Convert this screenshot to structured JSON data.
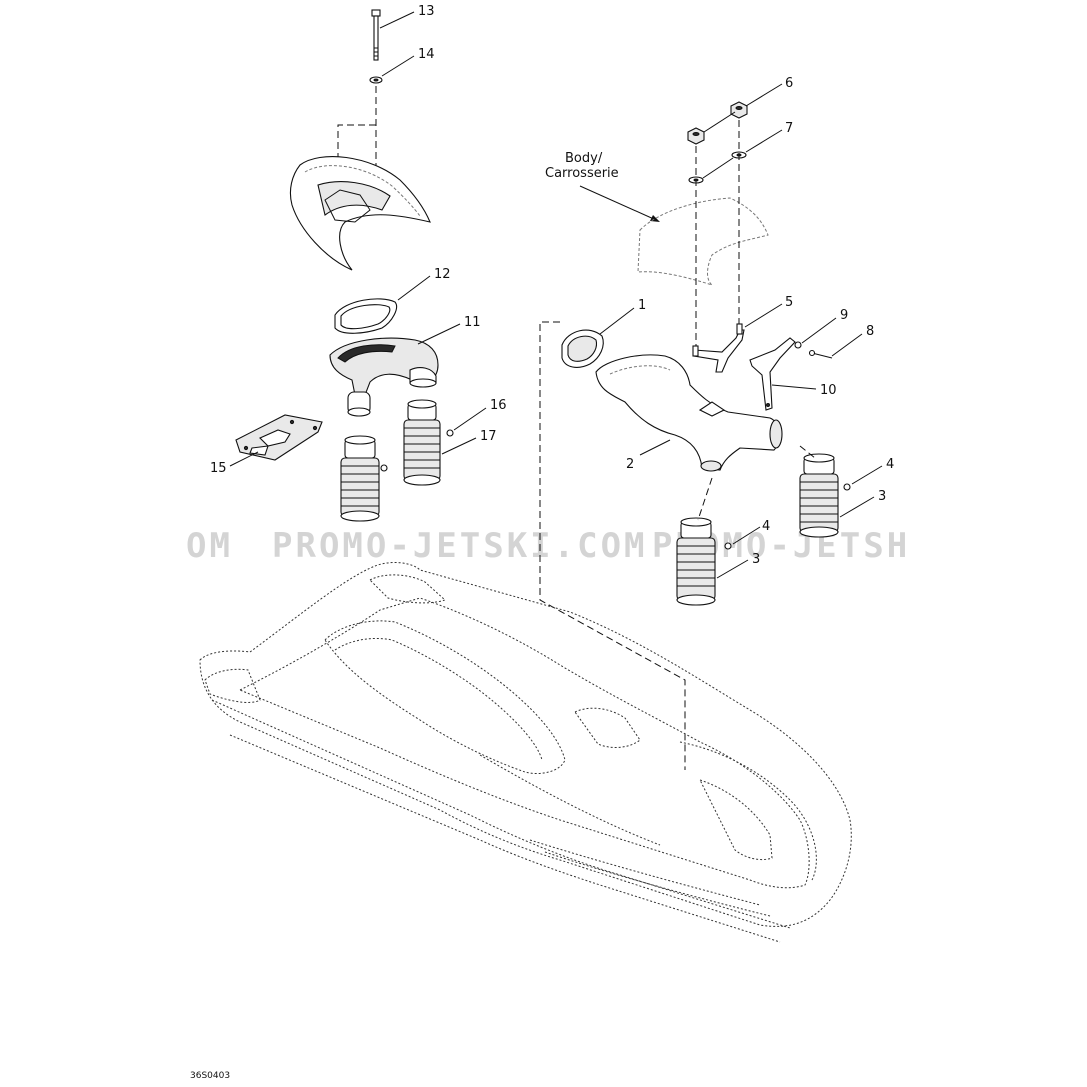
{
  "diagram": {
    "reference_code": "36S0403",
    "watermark": {
      "left": "OM",
      "center": "PROMO-JETSKI.COM",
      "right": "PROMO-JETSH"
    },
    "body_label": {
      "line1": "Body/",
      "line2": "Carrosserie"
    },
    "callouts": {
      "c1": "1",
      "c2": "2",
      "c3a": "3",
      "c3b": "3",
      "c4a": "4",
      "c4b": "4",
      "c5": "5",
      "c6": "6",
      "c7": "7",
      "c8": "8",
      "c9": "9",
      "c10": "10",
      "c11": "11",
      "c12": "12",
      "c13": "13",
      "c14": "14",
      "c15": "15",
      "c16": "16",
      "c17": "17"
    }
  }
}
